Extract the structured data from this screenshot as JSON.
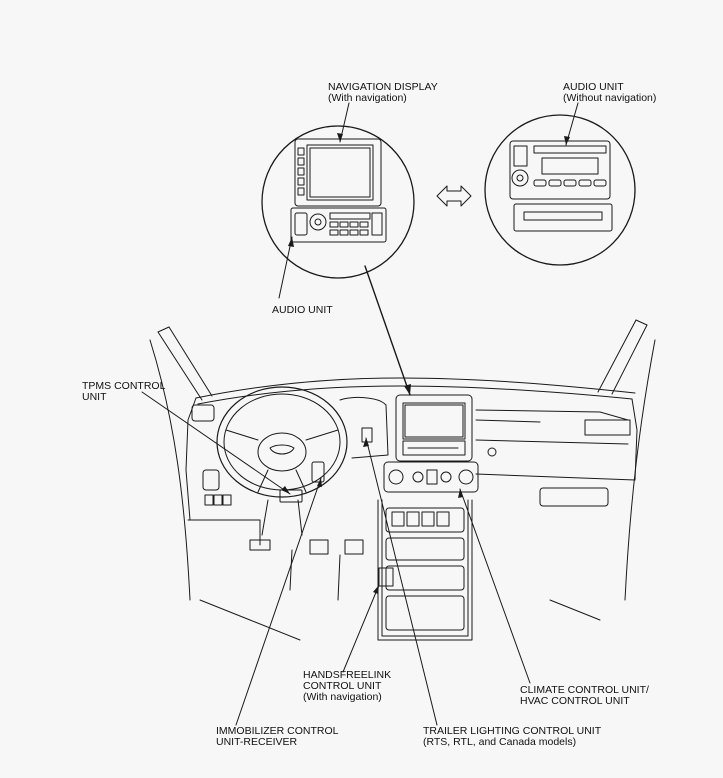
{
  "labels": {
    "navigation_display": {
      "line1": "NAVIGATION DISPLAY",
      "line2": "(With navigation)"
    },
    "audio_unit_no_nav": {
      "line1": "AUDIO UNIT",
      "line2": "(Without navigation)"
    },
    "audio_unit": {
      "line1": "AUDIO UNIT"
    },
    "tpms": {
      "line1": "TPMS CONTROL",
      "line2": "UNIT"
    },
    "handsfreelink": {
      "line1": "HANDSFREELINK",
      "line2": "CONTROL UNIT",
      "line3": "(With navigation)"
    },
    "climate": {
      "line1": "CLIMATE CONTROL UNIT/",
      "line2": "HVAC CONTROL UNIT"
    },
    "immobilizer": {
      "line1": "IMMOBILIZER CONTROL",
      "line2": "UNIT-RECEIVER"
    },
    "trailer": {
      "line1": "TRAILER LIGHTING CONTROL UNIT",
      "line2": "(RTS, RTL, and Canada models)"
    }
  },
  "colors": {
    "line": "#1a1a1a",
    "background": "#f7f7f7"
  }
}
